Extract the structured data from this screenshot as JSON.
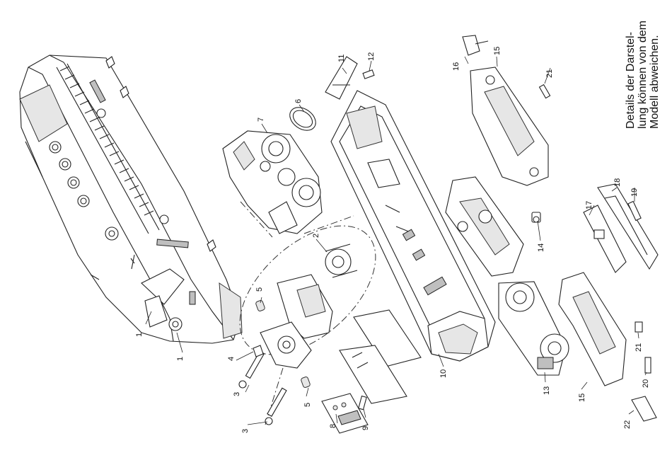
{
  "note": {
    "lines": [
      "Details der Darstel-",
      "lung können von dem",
      "Modell abweichen."
    ]
  },
  "part_labels": {
    "p1a": "1",
    "p1b": "1",
    "p2": "2",
    "p3a": "3",
    "p3b": "3",
    "p4": "4",
    "p5a": "5",
    "p5b": "5",
    "p6": "6",
    "p7": "7",
    "p8": "8",
    "p9": "9",
    "p10": "10",
    "p11": "11",
    "p12": "12",
    "p13": "13",
    "p14": "14",
    "p15a": "15",
    "p15b": "15",
    "p16": "16",
    "p17": "17",
    "p18": "18",
    "p19": "19",
    "p20": "20",
    "p21a": "21",
    "p21b": "21",
    "p22": "22"
  }
}
